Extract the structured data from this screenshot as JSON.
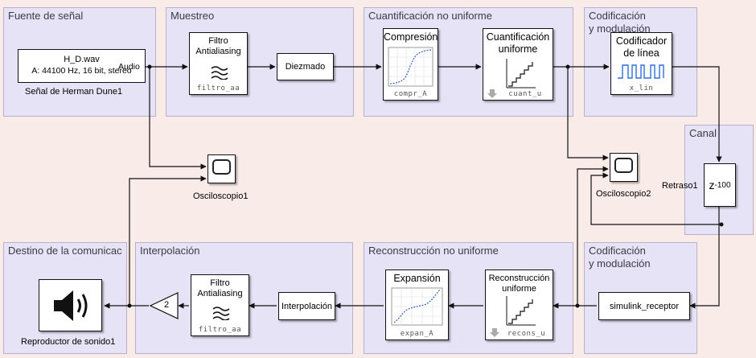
{
  "areas": {
    "source": "Fuente de señal",
    "sampling": "Muestreo",
    "quantization": "Cuantificación no uniforme",
    "coding_tx": "Codificación\ny modulación",
    "channel": "Canal",
    "destination": "Destino de la comunicac",
    "interpolation": "Interpolación",
    "reconstruction": "Reconstrucción no uniforme",
    "coding_rx": "Codificación\ny modulación"
  },
  "source_block": {
    "file": "H_D.wav",
    "info": "A: 44100 Hz, 16 bit, stereo",
    "port": "Audio",
    "name": "Señal de Herman Dune1"
  },
  "filter_tx": {
    "title": "Filtro\nAntialiasing",
    "sub": "filtro_aa"
  },
  "decimate": {
    "label": "Diezmado"
  },
  "compression": {
    "title": "Compresión",
    "sub": "compr_A"
  },
  "quant": {
    "title": "Cuantificación\nuniforme",
    "sub": "cuant_u"
  },
  "line_coder": {
    "title": "Codificador\nde línea",
    "sub": "x_lin"
  },
  "scope1": {
    "name": "Osciloscopio1"
  },
  "scope2": {
    "name": "Osciloscopio2"
  },
  "delay": {
    "name": "Retraso1",
    "base": "z",
    "exp": "-100"
  },
  "receiver": {
    "label": "simulink_receptor"
  },
  "recon": {
    "title": "Reconstrucción\nuniforme",
    "sub": "recons_u"
  },
  "expansion": {
    "title": "Expansión",
    "sub": "expan_A"
  },
  "interp_block": {
    "label": "Interpolación"
  },
  "filter_rx": {
    "title": "Filtro\nAntialiasing",
    "sub": "filtro_aa"
  },
  "gain": {
    "value": "2"
  },
  "speaker": {
    "name": "Reproductor de sonido1"
  }
}
